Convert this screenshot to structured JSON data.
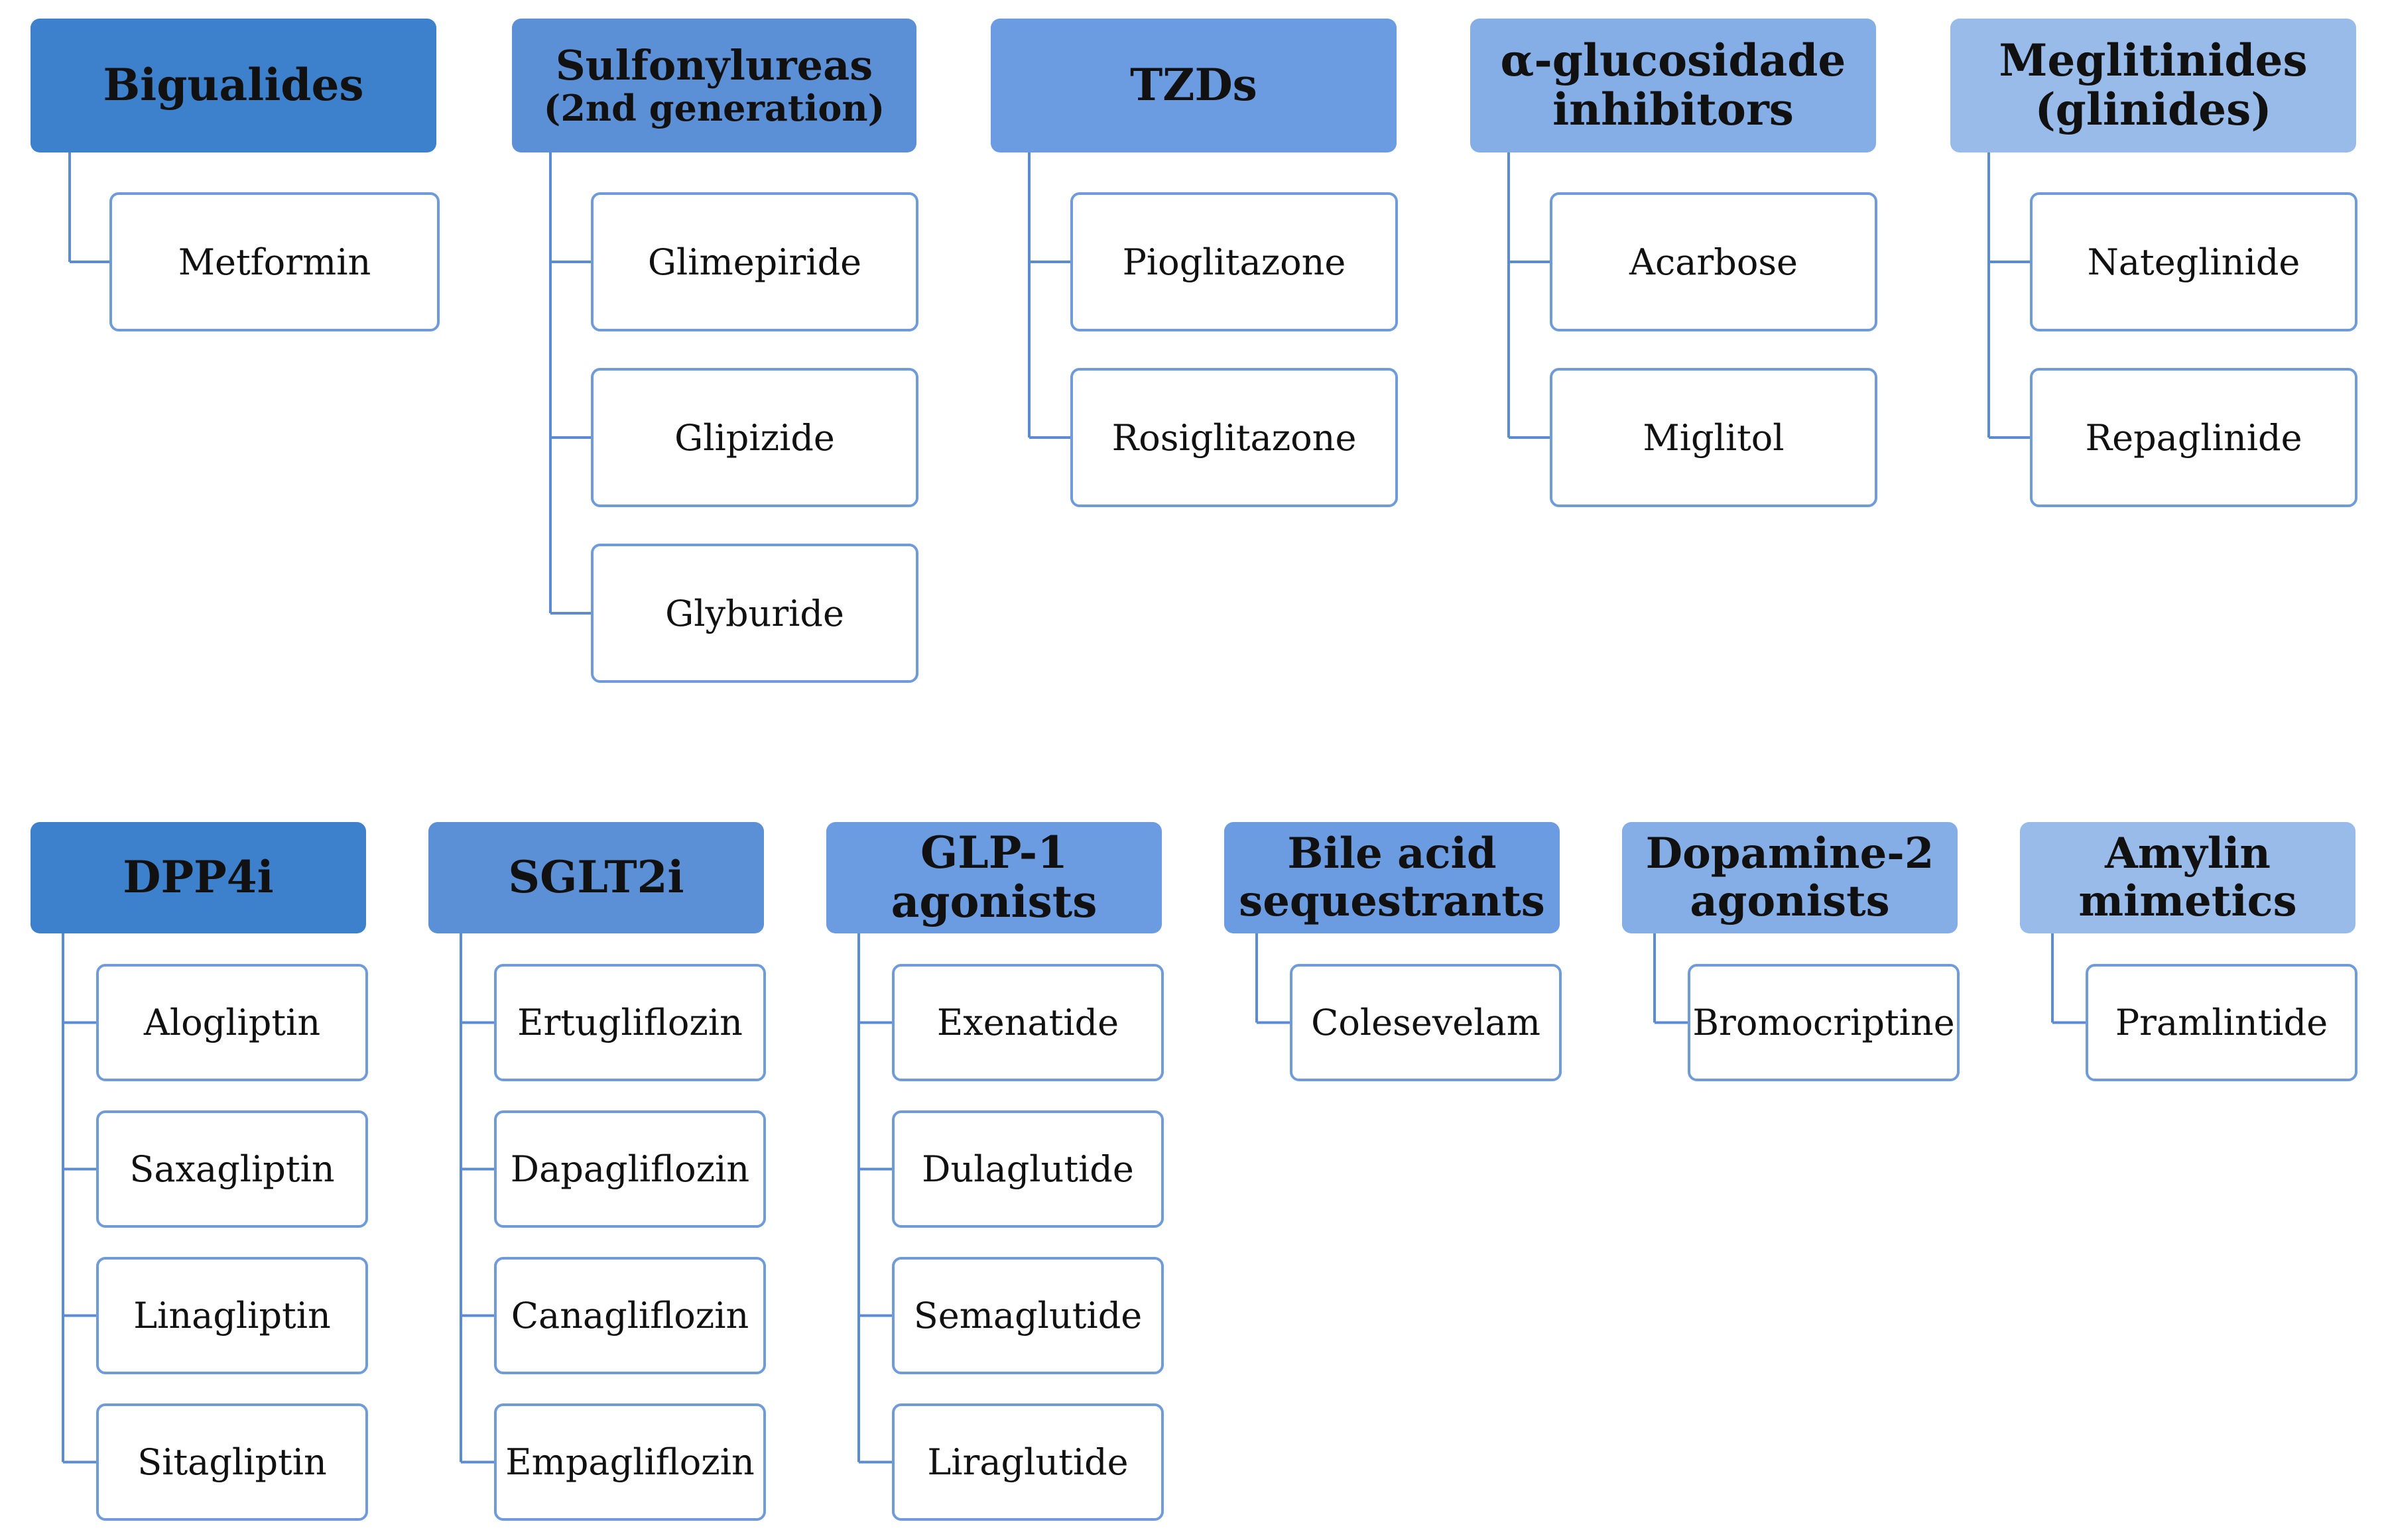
{
  "diagram": {
    "palette": {
      "level1": "#3d80cc",
      "level2": "#5b8fd6",
      "level3": "#6b9be0",
      "level4": "#85aee6",
      "level5": "#99bbe9",
      "border": "#6f9bd9",
      "connector": "#5a8bd3"
    },
    "groups": [
      {
        "id": "bigualides",
        "title": [
          "Bigualides"
        ],
        "members": [
          "Metformin"
        ]
      },
      {
        "id": "sulfonylureas",
        "title": [
          "Sulfonylureas",
          "(2nd generation)"
        ],
        "members": [
          "Glimepiride",
          "Glipizide",
          "Glyburide"
        ]
      },
      {
        "id": "tzds",
        "title": [
          "TZDs"
        ],
        "members": [
          "Pioglitazone",
          "Rosiglitazone"
        ]
      },
      {
        "id": "alpha-glucosidase",
        "title": [
          "α-glucosidade",
          "inhibitors"
        ],
        "members": [
          "Acarbose",
          "Miglitol"
        ]
      },
      {
        "id": "meglitinides",
        "title": [
          "Meglitinides",
          "(glinides)"
        ],
        "members": [
          "Nateglinide",
          "Repaglinide"
        ]
      },
      {
        "id": "dpp4i",
        "title": [
          "DPP4i"
        ],
        "members": [
          "Alogliptin",
          "Saxagliptin",
          "Linagliptin",
          "Sitagliptin"
        ]
      },
      {
        "id": "sglt2i",
        "title": [
          "SGLT2i"
        ],
        "members": [
          "Ertugliflozin",
          "Dapagliflozin",
          "Canagliflozin",
          "Empagliflozin"
        ]
      },
      {
        "id": "glp1",
        "title": [
          "GLP-1 agonists"
        ],
        "members": [
          "Exenatide",
          "Dulaglutide",
          "Semaglutide",
          "Liraglutide"
        ]
      },
      {
        "id": "bile-acid",
        "title": [
          "Bile acid",
          "sequestrants"
        ],
        "members": [
          "Colesevelam"
        ]
      },
      {
        "id": "dopamine2",
        "title": [
          "Dopamine-2",
          "agonists"
        ],
        "members": [
          "Bromocriptine"
        ]
      },
      {
        "id": "amylin",
        "title": [
          "Amylin",
          "mimetics"
        ],
        "members": [
          "Pramlintide"
        ]
      }
    ]
  }
}
